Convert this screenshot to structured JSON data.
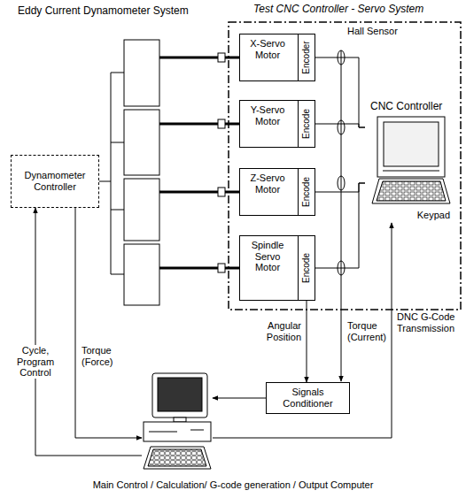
{
  "diagram": {
    "nodes": [
      {
        "text": [
          "Dynamometer Controller"
        ]
      },
      {
        "text": [
          "Test CNC Controller - Servo System"
        ]
      },
      {
        "text": [
          "X-Servo Motor"
        ],
        "in": 1
      },
      {
        "text": [
          "Encoder"
        ],
        "in": 2
      },
      {
        "text": [
          "Y-Servo Motor"
        ],
        "in": 1
      },
      {
        "text": [
          "Encode"
        ],
        "in": 4
      },
      {
        "text": [
          "Z-Servo Motor"
        ],
        "in": 1
      },
      {
        "text": [
          "Encode"
        ],
        "in": 6
      },
      {
        "text": [
          "Spindle Servo Motor"
        ],
        "in": 1
      },
      {
        "text": [
          "Encode"
        ],
        "in": 8
      },
      {
        "text": [
          "CNC Controller",
          "Keypad"
        ],
        "in": 1
      },
      {
        "text": [
          "Signals Conditioner"
        ]
      },
      {
        "text": [
          "Main Control / Calculation/ G-code generation / Output Computer"
        ]
      }
    ],
    "edges": [
      {
        "from": 12,
        "to": 0,
        "label": "Cycle, Program Control",
        "arrow": "to"
      },
      {
        "from": 0,
        "to": 12,
        "label": "Torque (Force)",
        "arrow": "to"
      },
      {
        "from": 3,
        "to": 10,
        "arrow": "none"
      },
      {
        "from": 5,
        "to": 10,
        "arrow": "none"
      },
      {
        "from": 7,
        "to": 10,
        "arrow": "none"
      },
      {
        "from": 9,
        "to": 10,
        "arrow": "none"
      },
      {
        "from": 9,
        "to": 11,
        "label": "Angular Position",
        "arrow": "to"
      },
      {
        "from": 11,
        "to": 12,
        "arrow": "to"
      },
      {
        "from": 12,
        "to": 10,
        "label": "DNC G-Code Transmission",
        "arrow": "to"
      }
    ],
    "labels": [
      "Eddy Current Dynamometer System",
      "Hall Sensor",
      "Torque (Current)"
    ]
  }
}
